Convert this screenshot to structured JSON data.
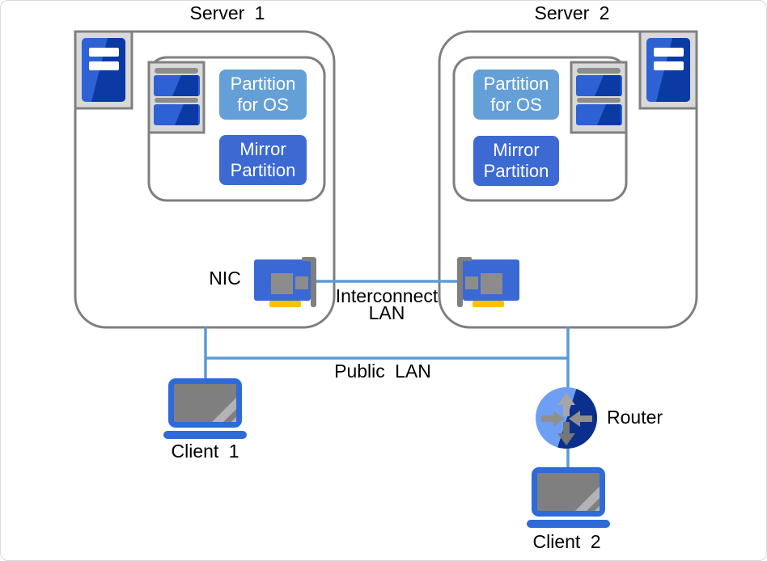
{
  "servers": [
    {
      "title": "Server 1",
      "partitions": [
        {
          "label": "Partition for OS"
        },
        {
          "label": "Mirror Partition"
        }
      ]
    },
    {
      "title": "Server 2",
      "partitions": [
        {
          "label": "Partition for OS"
        },
        {
          "label": "Mirror Partition"
        }
      ]
    }
  ],
  "network": {
    "nic_label": "NIC",
    "interconnect_label": "Interconnect LAN",
    "public_lan_label": "Public LAN",
    "router_label": "Router"
  },
  "clients": [
    {
      "label": "Client 1"
    },
    {
      "label": "Client 2"
    }
  ],
  "icon_names": {
    "server": "server-tower-icon",
    "storage": "disk-partitions-icon",
    "nic": "nic-card-icon",
    "router": "router-icon",
    "client": "laptop-icon"
  },
  "colors": {
    "connection_line_blue": "#5B9BD5",
    "partition_os_fill": "#64A0D7",
    "mirror_partition_fill": "#3C69D2",
    "icon_blue_bright": "#2E62D4",
    "icon_blue_dark": "#0B3AA5",
    "nic_blue": "#3A68D5",
    "nic_gold": "#FFC000",
    "router_light_blue": "#6F9FF5",
    "router_dark_blue": "#0A2F8C",
    "laptop_blue": "#2E6AD9",
    "screen_gray": "#7F7F7F",
    "box_border_gray": "#7F7F7F",
    "icon_background_gray": "#D9D9D9"
  }
}
